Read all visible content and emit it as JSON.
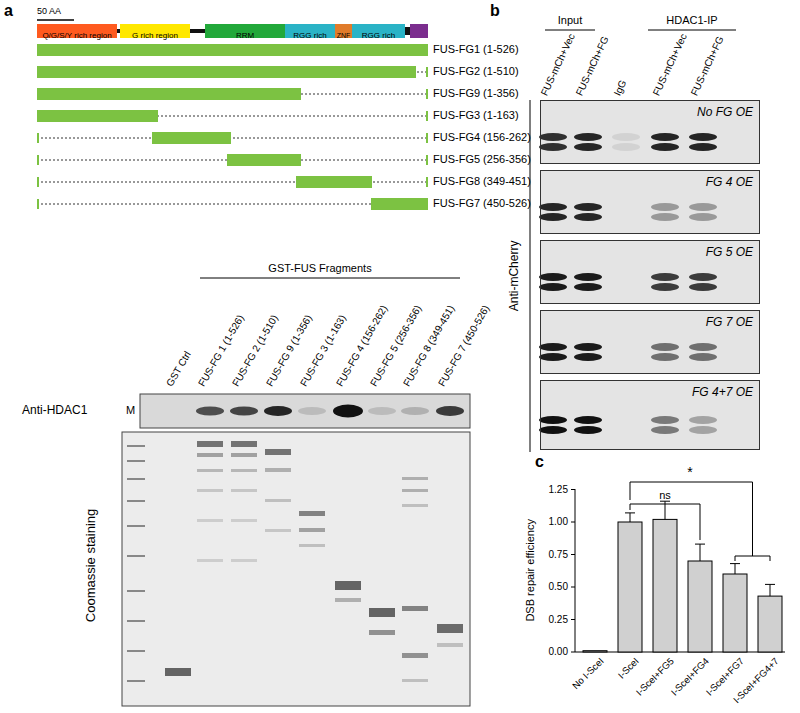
{
  "diagram": {
    "nodes": [
      {
        "text": [
          "Q/G/S/Y rich region"
        ]
      },
      {
        "text": [
          "G rich region"
        ]
      },
      {
        "text": [
          "RRM"
        ]
      },
      {
        "text": [
          "RGG rich"
        ]
      },
      {
        "text": [
          "ZNF"
        ]
      },
      {
        "text": [
          "RGG rich"
        ]
      },
      {
        "text": [
          "No FG OE"
        ]
      },
      {
        "text": [
          "FG 4 OE"
        ]
      },
      {
        "text": [
          "FG 5 OE"
        ]
      },
      {
        "text": [
          "FG 7 OE"
        ]
      },
      {
        "text": [
          "FG 4+7 OE"
        ]
      }
    ],
    "labels": [
      "a",
      "50 AA",
      "FUS-FG1 (1-526)",
      "FUS-FG2 (1-510)",
      "FUS-FG9 (1-356)",
      "FUS-FG3 (1-163)",
      "FUS-FG4 (156-262)",
      "FUS-FG5 (256-356)",
      "FUS-FG8 (349-451)",
      "FUS-FG7 (450-526)",
      "GST-FUS Fragments",
      "GST Ctrl",
      "FUS-FG 1 (1-526)",
      "FUS-FG 2 (1-510)",
      "FUS-FG 9 (1-356)",
      "FUS-FG 3 (1-163)",
      "FUS-FG 4 (156-262)",
      "FUS-FG 5 (256-356)",
      "FUS-FG 8 (349-451)",
      "FUS-FG 7 (450-526)",
      "Anti-HDAC1",
      "M",
      "Coomassie staining",
      "b",
      "Input",
      "HDAC1-IP",
      "FUS-mCh+Vec",
      "FUS-mCh+FG",
      "IgG",
      "FUS-mCh+Vec",
      "FUS-mCh+FG",
      "Anti-mCherry",
      "c",
      "DSB repair efficiency",
      "0.00",
      "0.25",
      "0.50",
      "0.75",
      "1.00",
      "1.25",
      "No I-SceI",
      "I-SceI",
      "I-SceI+FG5",
      "I-SceI+FG4",
      "I-SceI+FG7",
      "I-SceI+FG4+7",
      "ns",
      "*"
    ]
  }
}
